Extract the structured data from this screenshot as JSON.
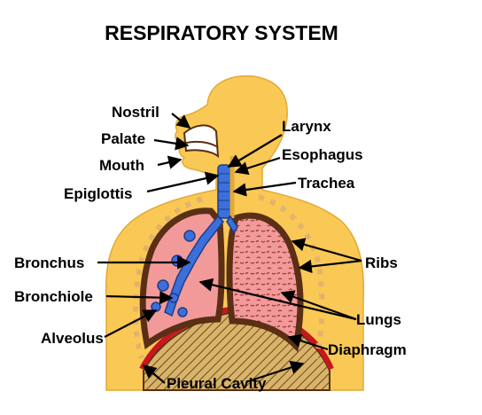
{
  "title": "RESPIRATORY SYSTEM",
  "labels": {
    "nostril": "Nostril",
    "palate": "Palate",
    "mouth": "Mouth",
    "epiglottis": "Epiglottis",
    "larynx": "Larynx",
    "esophagus": "Esophagus",
    "trachea": "Trachea",
    "bronchus": "Bronchus",
    "bronchiole": "Bronchiole",
    "alveolus": "Alveolus",
    "ribs": "Ribs",
    "lungs": "Lungs",
    "diaphragm": "Diaphragm",
    "pleural_cavity": "Pleural Cavity"
  },
  "colors": {
    "body": "#FAC855",
    "outline": "#5A2F14",
    "lung_pink": "#F29A9A",
    "lung_dark": "#E87F7F",
    "airway": "#3C6FD9",
    "diaphragm": "#C8161E",
    "rib_tan": "#E2B36A"
  }
}
